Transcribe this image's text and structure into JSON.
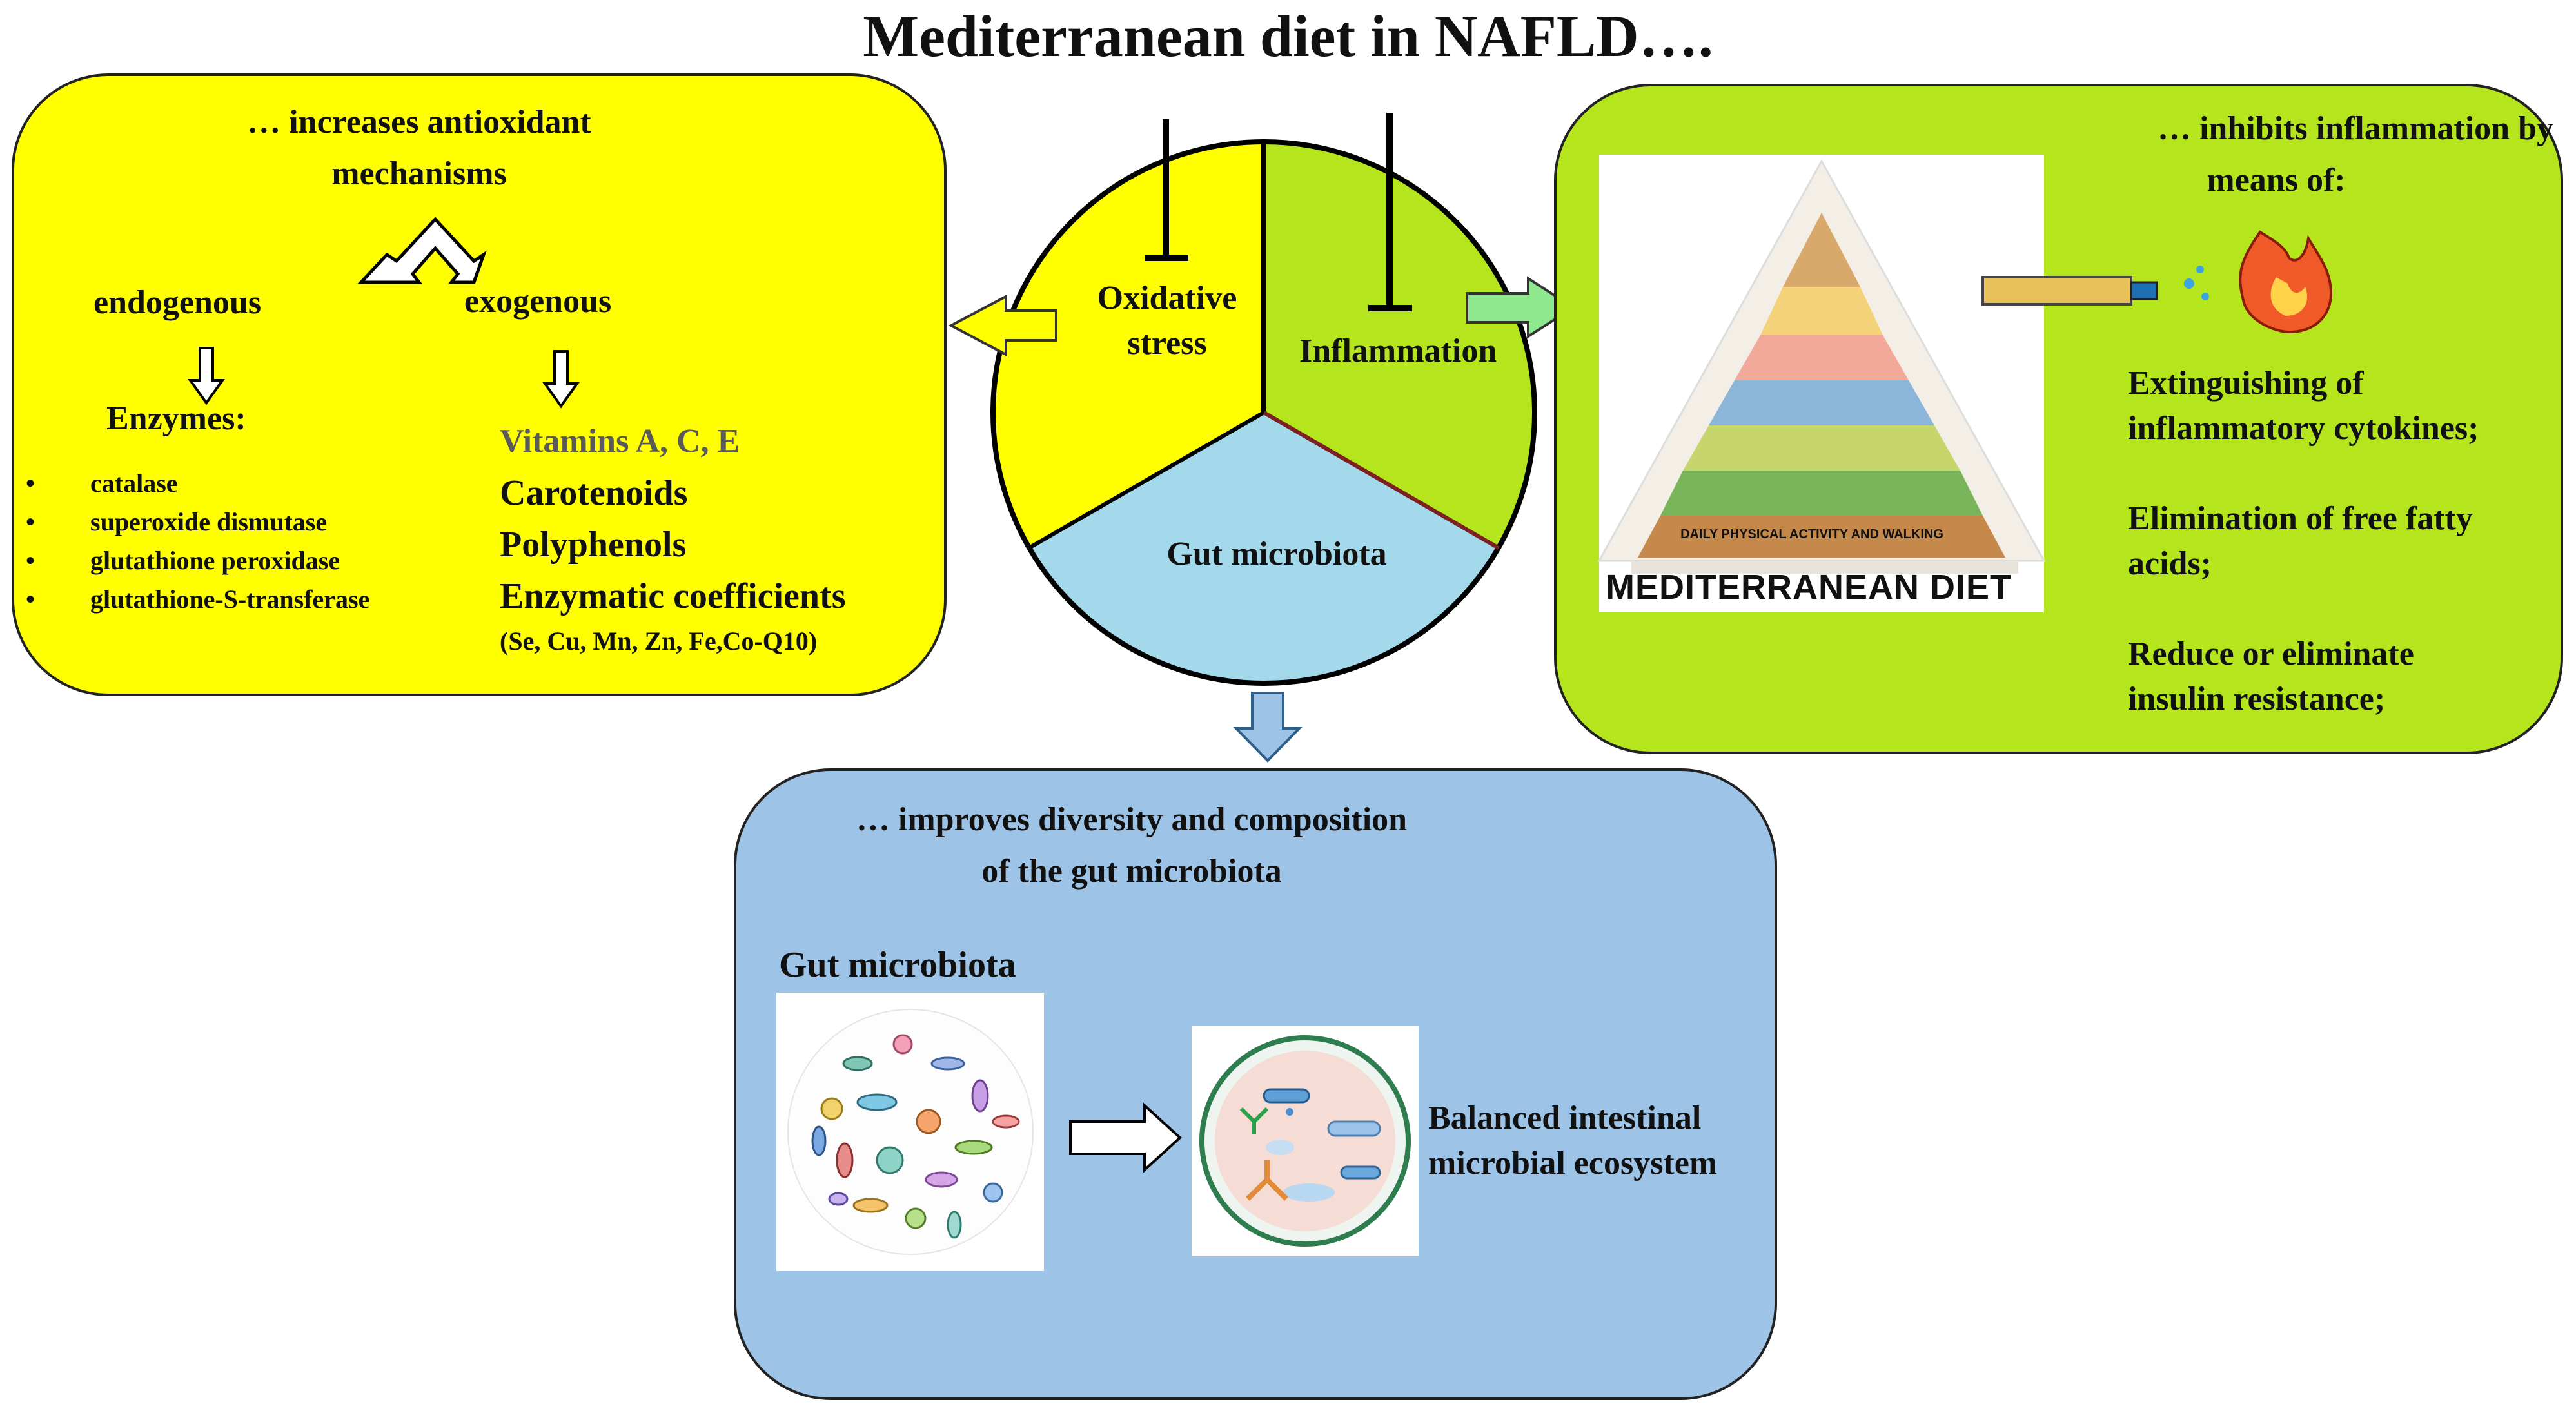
{
  "title": "Mediterranean diet in NAFLD….",
  "antioxidant": {
    "heading_line1": "… increases antioxidant",
    "heading_line2": "mechanisms",
    "endogenous": "endogenous",
    "exogenous": "exogenous",
    "enzymes_label": "Enzymes:",
    "enzymes": [
      "catalase",
      "superoxide dismutase",
      "glutathione peroxidase",
      "glutathione-S-transferase"
    ],
    "exogenous_items": [
      "Vitamins A, C, E",
      "Carotenoids",
      "Polyphenols",
      "Enzymatic coefficients"
    ],
    "coefficients": "(Se, Cu, Mn, Zn, Fe,Co-Q10)"
  },
  "circle": {
    "oxidative_line1": "Oxidative",
    "oxidative_line2": "stress",
    "inflammation": "Inflammation",
    "gut": "Gut microbiota"
  },
  "inflammation": {
    "heading_line1": "… inhibits inflammation by",
    "heading_line2": "means of:",
    "items": [
      [
        "Extinguishing of",
        "inflammatory cytokines;"
      ],
      [
        "Elimination of free fatty",
        "acids;"
      ],
      [
        "Reduce or eliminate",
        "insulin resistance;"
      ]
    ],
    "pyramid_caption": "MEDITERRANEAN DIET",
    "pyramid_footer": "DAILY PHYSICAL ACTIVITY AND WALKING"
  },
  "gut": {
    "heading_line1": "… improves diversity and composition",
    "heading_line2": "of the gut microbiota",
    "label": "Gut microbiota",
    "balanced_line1": "Balanced intestinal",
    "balanced_line2": "microbial ecosystem"
  },
  "colors": {
    "yellow": "#ffff00",
    "green": "#b5e61d",
    "blue": "#9dc3e6",
    "light_blue": "#a3d9ea",
    "red_outline": "#7f1f1f"
  }
}
